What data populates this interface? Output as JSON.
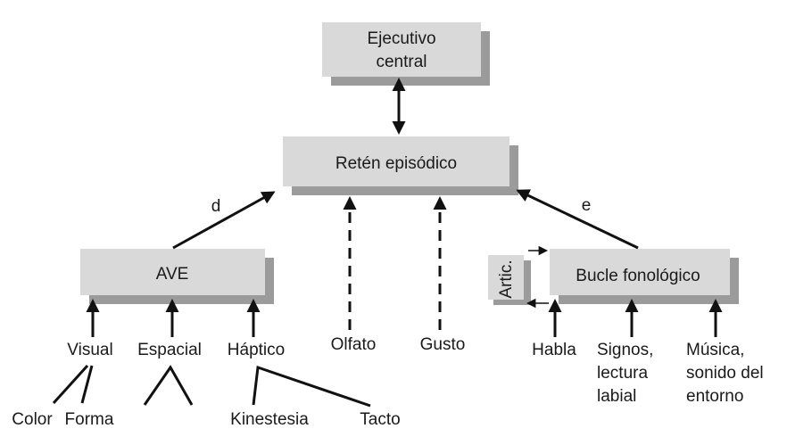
{
  "diagram": {
    "executive": {
      "line1": "Ejecutivo",
      "line2": "central"
    },
    "buffer": {
      "label": "Retén episódico"
    },
    "ave": {
      "label": "AVE"
    },
    "loop": {
      "label": "Bucle fonológico"
    },
    "artic": {
      "label": "Artic."
    },
    "edge_labels": {
      "d": "d",
      "e": "e"
    },
    "ave_inputs": {
      "visual": "Visual",
      "spatial": "Espacial",
      "haptic": "Háptico"
    },
    "visual_sub": {
      "color": "Color",
      "form": "Forma"
    },
    "haptic_sub": {
      "kinesthesia": "Kinestesia",
      "touch": "Tacto"
    },
    "senses": {
      "smell": "Olfato",
      "taste": "Gusto"
    },
    "loop_inputs": {
      "speech": "Habla",
      "signs": [
        "Signos,",
        "lectura",
        "labial"
      ],
      "music": [
        "Música,",
        "sonido del",
        "entorno"
      ]
    }
  }
}
